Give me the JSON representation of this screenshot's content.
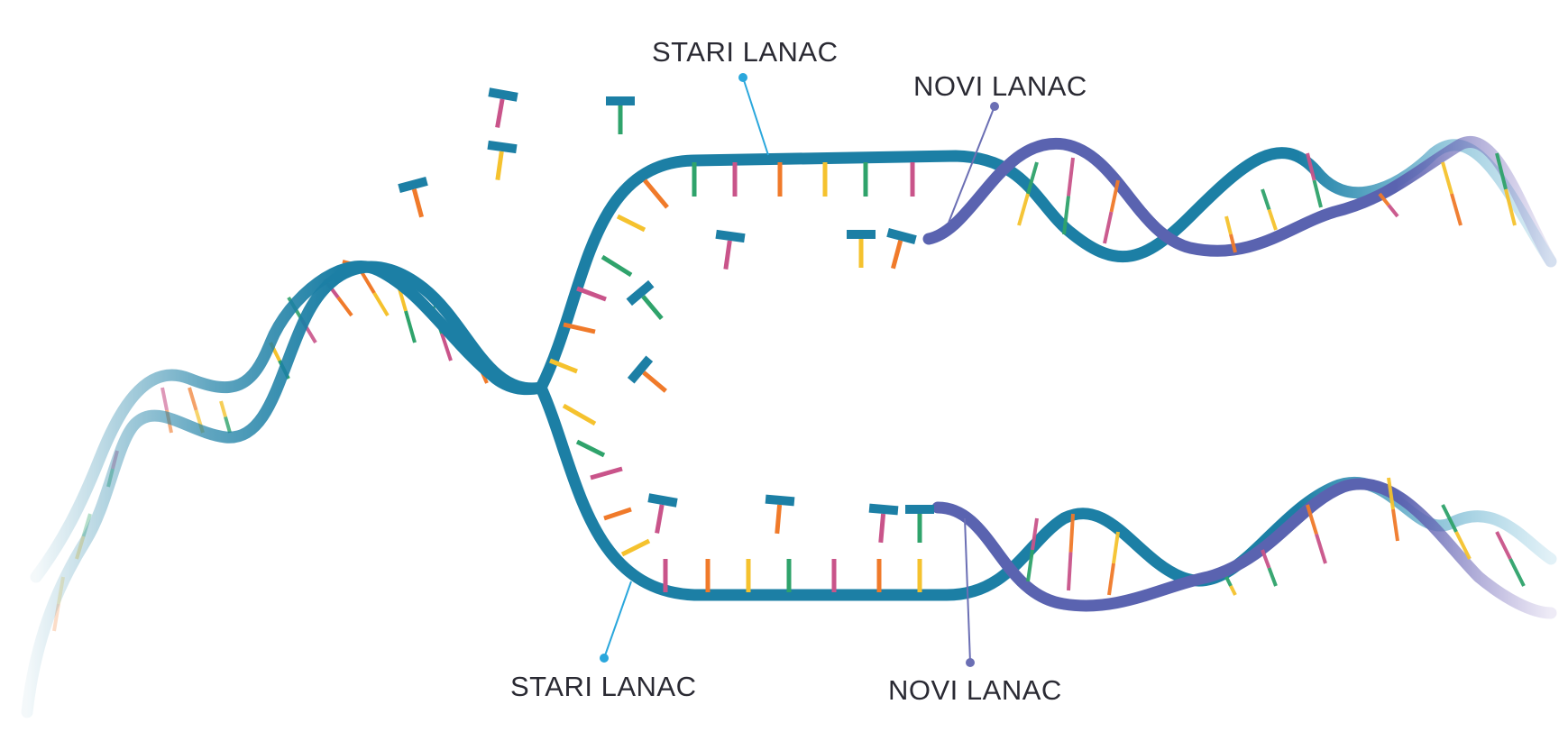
{
  "labels": {
    "old_strand_top": "STARI LANAC",
    "new_strand_top": "NOVI LANAC",
    "old_strand_bottom": "STARI LANAC",
    "new_strand_bottom": "NOVI LANAC"
  },
  "colors": {
    "old_strand": "#1c7fa5",
    "new_strand": "#5a63b0",
    "old_pointer": "#2aa7dc",
    "new_pointer": "#6b6fb4",
    "base_orange": "#f07a2a",
    "base_yellow": "#f5c22e",
    "base_green": "#2fa36b",
    "base_pink": "#c9548a"
  }
}
